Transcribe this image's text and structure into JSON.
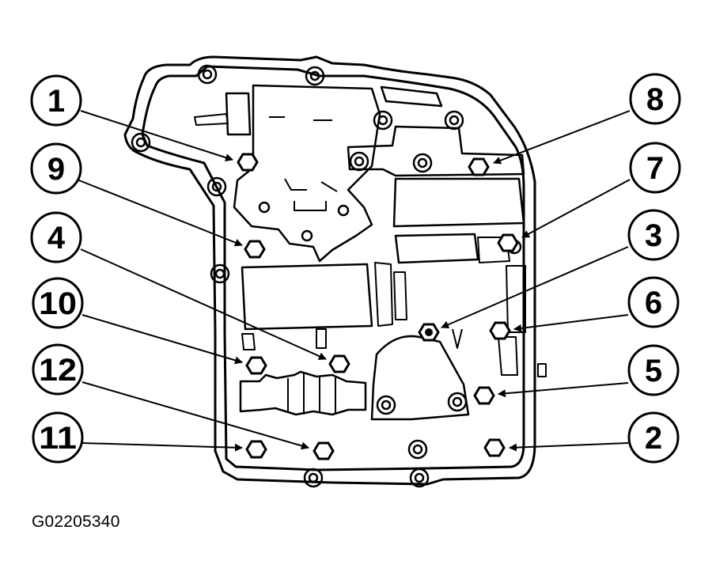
{
  "figure_id": "G02205340",
  "callouts": [
    "1",
    "2",
    "3",
    "4",
    "5",
    "6",
    "7",
    "8",
    "9",
    "10",
    "11",
    "12"
  ],
  "colors": {
    "line": "#000000",
    "background": "#ffffff"
  }
}
